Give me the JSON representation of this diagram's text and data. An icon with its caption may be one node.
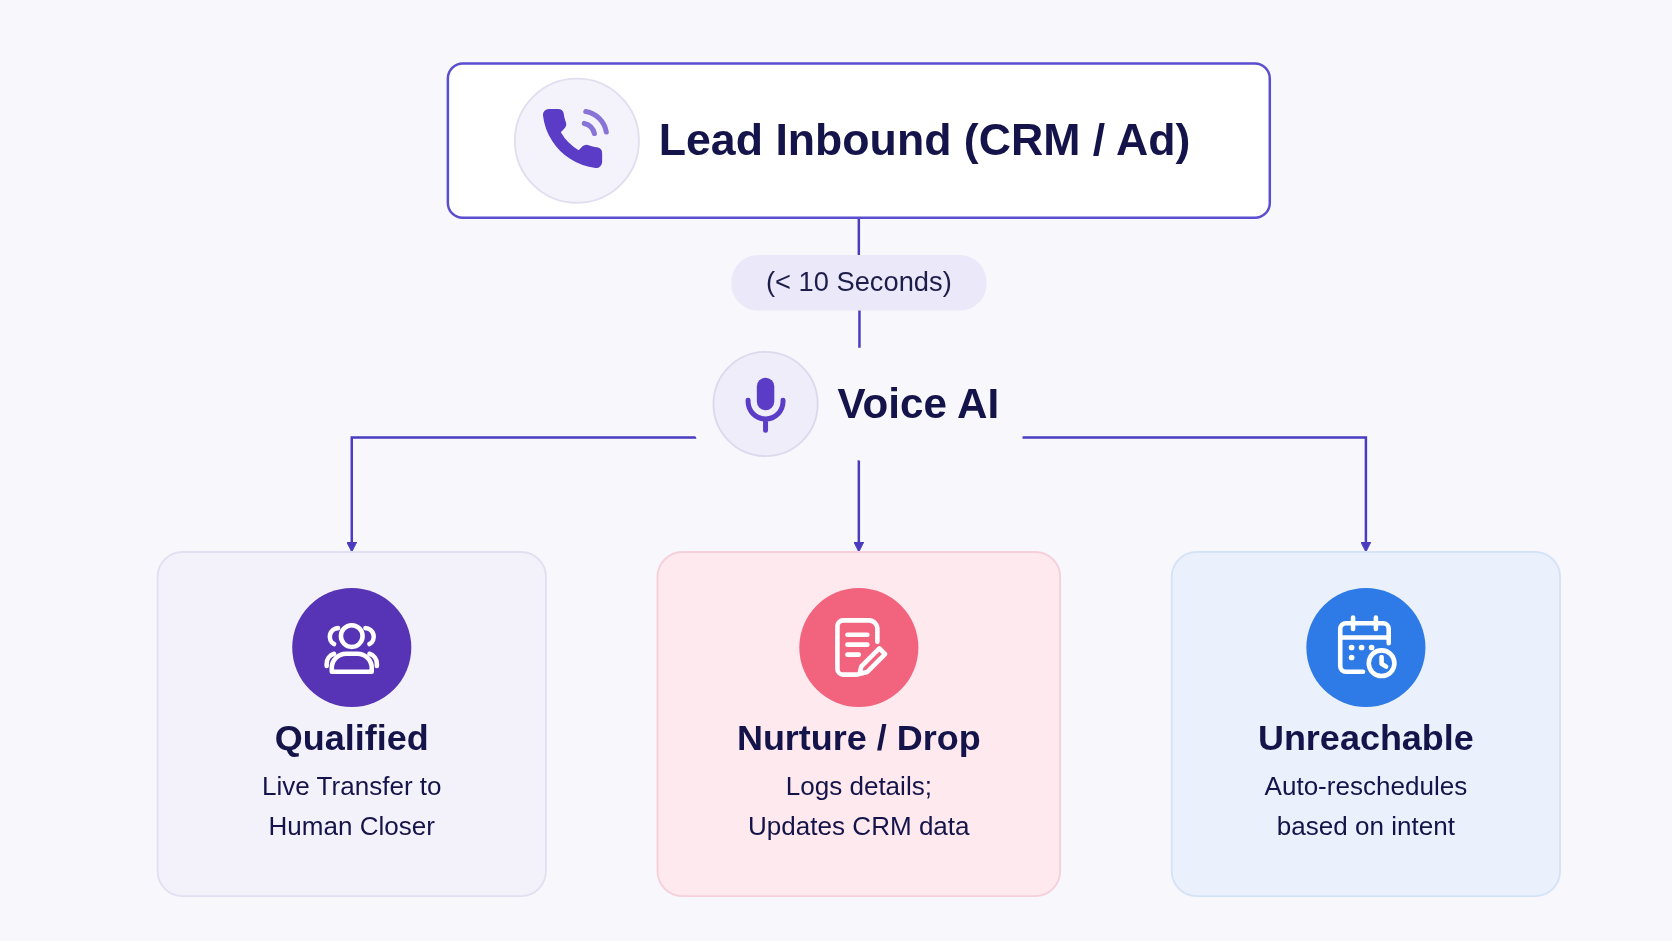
{
  "diagram": {
    "nodes": [
      {
        "text": [
          "Lead Inbound (CRM / Ad)"
        ]
      },
      {
        "text": [
          "Voice AI"
        ]
      },
      {
        "text": [
          "Qualified",
          "Live Transfer to Human Closer"
        ]
      },
      {
        "text": [
          "Nurture / Drop",
          "Logs details; Updates CRM data"
        ]
      },
      {
        "text": [
          "Unreachable",
          "Auto-reschedules based on intent"
        ]
      }
    ],
    "edges": [
      {
        "from": 0,
        "to": 1,
        "arrow": "none",
        "label": "(< 10 Seconds)"
      },
      {
        "from": 1,
        "to": 2,
        "arrow": "to"
      },
      {
        "from": 1,
        "to": 3,
        "arrow": "to"
      },
      {
        "from": 1,
        "to": 4,
        "arrow": "to"
      }
    ]
  }
}
